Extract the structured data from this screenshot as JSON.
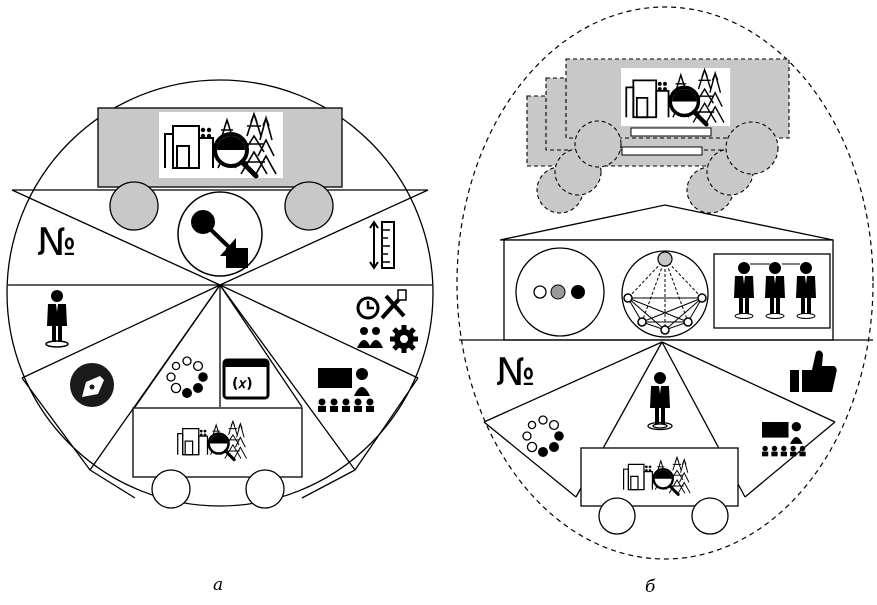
{
  "panels": [
    {
      "label": "а",
      "number_sign": "№",
      "variable_symbol": "(𝑥)"
    },
    {
      "label": "б",
      "number_sign": "№"
    }
  ],
  "colors": {
    "stroke": "#000000",
    "fill_gray": "#c8c8c8",
    "fill_light": "#e2e2e2",
    "background": "#ffffff"
  },
  "icons": [
    "truck-icon",
    "industrial-search-icon",
    "power-pylon-icon",
    "cursor-move-icon",
    "ruler-icon",
    "person-icon",
    "pen-nib-icon",
    "loading-dots-icon",
    "variable-window-icon",
    "clock-icon",
    "tools-icon",
    "gear-icon",
    "people-icon",
    "presentation-icon",
    "network-icon",
    "traffic-dots-icon",
    "thumbs-up-icon"
  ]
}
